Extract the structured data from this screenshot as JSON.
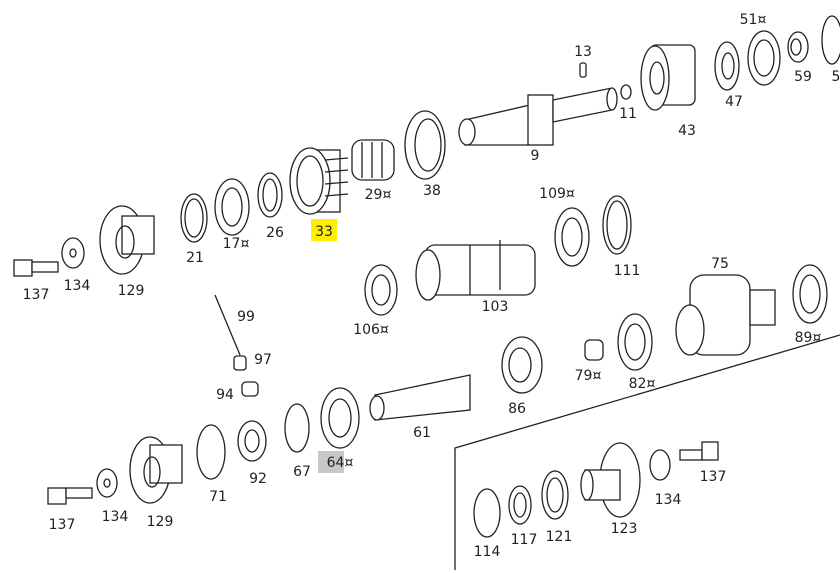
{
  "diagram": {
    "title_hidden": "",
    "highlight_colors": {
      "selected": "#ffee00",
      "hover": "#c8c8c8"
    },
    "labels": [
      "137",
      "134",
      "129",
      "21",
      "17¤",
      "26",
      "33",
      "29¤",
      "38",
      "13",
      "11",
      "9",
      "43",
      "47",
      "51¤",
      "59",
      "5",
      "109¤",
      "111",
      "106¤",
      "103",
      "75",
      "89¤",
      "99",
      "97",
      "94",
      "79¤",
      "82¤",
      "86",
      "61",
      "67",
      "64¤",
      "92",
      "71",
      "129",
      "134",
      "137",
      "137",
      "134",
      "123",
      "121",
      "117",
      "114"
    ]
  }
}
